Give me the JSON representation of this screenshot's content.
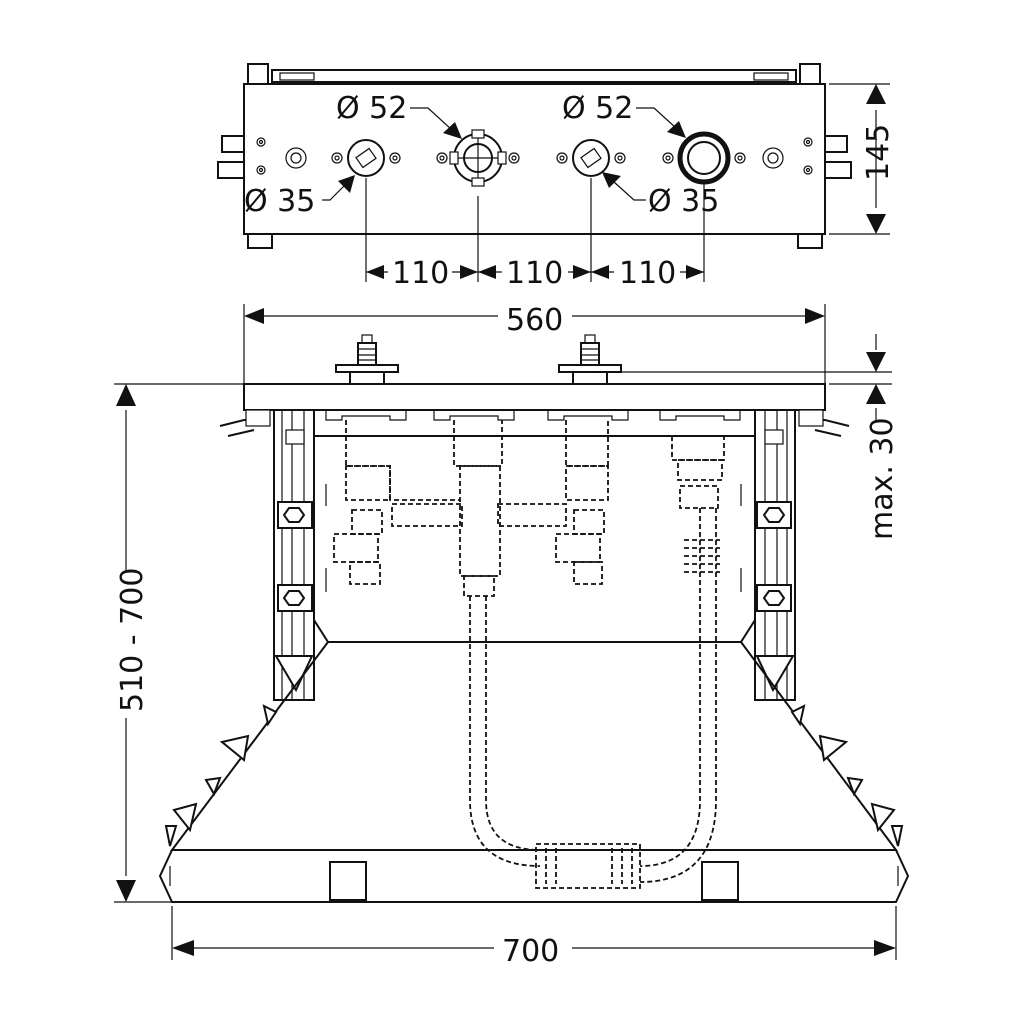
{
  "top_view": {
    "label_dia52_left": "Ø 52",
    "label_dia52_right": "Ø 52",
    "label_dia35_left": "Ø 35",
    "label_dia35_right": "Ø 35",
    "label_height": "145",
    "spacing_labels": [
      "110",
      "110",
      "110"
    ]
  },
  "front_view": {
    "label_width_top": "560",
    "label_max": "max. 30",
    "label_height_range": "510 - 700",
    "label_width_bottom": "700"
  }
}
